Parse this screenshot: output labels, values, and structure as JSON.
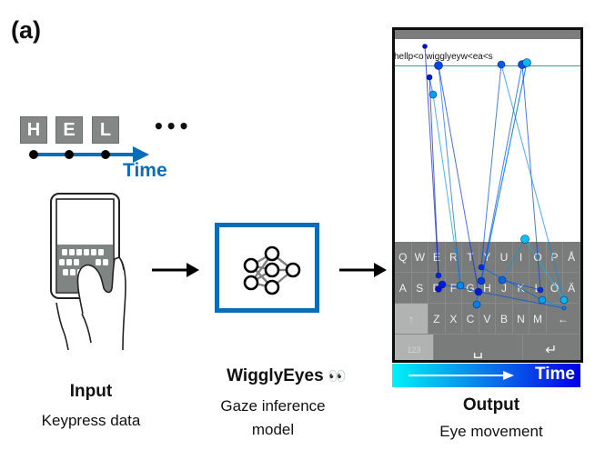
{
  "panel_label": "(a)",
  "input_section": {
    "keys": [
      "H",
      "E",
      "L"
    ],
    "ellipsis": "•••",
    "time_label": "Time",
    "title": "Input",
    "subtitle": "Keypress data",
    "illustration": "hand-holding-phone-icon"
  },
  "model_section": {
    "icon": "neural-network-icon",
    "title": "WigglyEyes",
    "title_emoji": "👀",
    "subtitle_lines": [
      "Gaze inference",
      "model"
    ]
  },
  "output_section": {
    "typed_text": "hellp<o wigglyeyw<ea<s",
    "keyboard": {
      "rows": [
        [
          "Q",
          "W",
          "E",
          "R",
          "T",
          "Y",
          "U",
          "I",
          "O",
          "P",
          "Å"
        ],
        [
          "A",
          "S",
          "D",
          "F",
          "G",
          "H",
          "J",
          "K",
          "L",
          "Ö",
          "Ä"
        ],
        [
          "↑",
          "Z",
          "X",
          "C",
          "V",
          "B",
          "N",
          "M",
          "←"
        ],
        [
          "123",
          "␣",
          "↵"
        ]
      ]
    },
    "time_bar_label": "Time",
    "title": "Output",
    "subtitle": "Eye movement",
    "colors": {
      "early": "#00e5f5",
      "late": "#0000e0",
      "accent": "#0a6db8"
    }
  },
  "arrows": [
    "arrow-input-to-model",
    "arrow-model-to-output"
  ]
}
